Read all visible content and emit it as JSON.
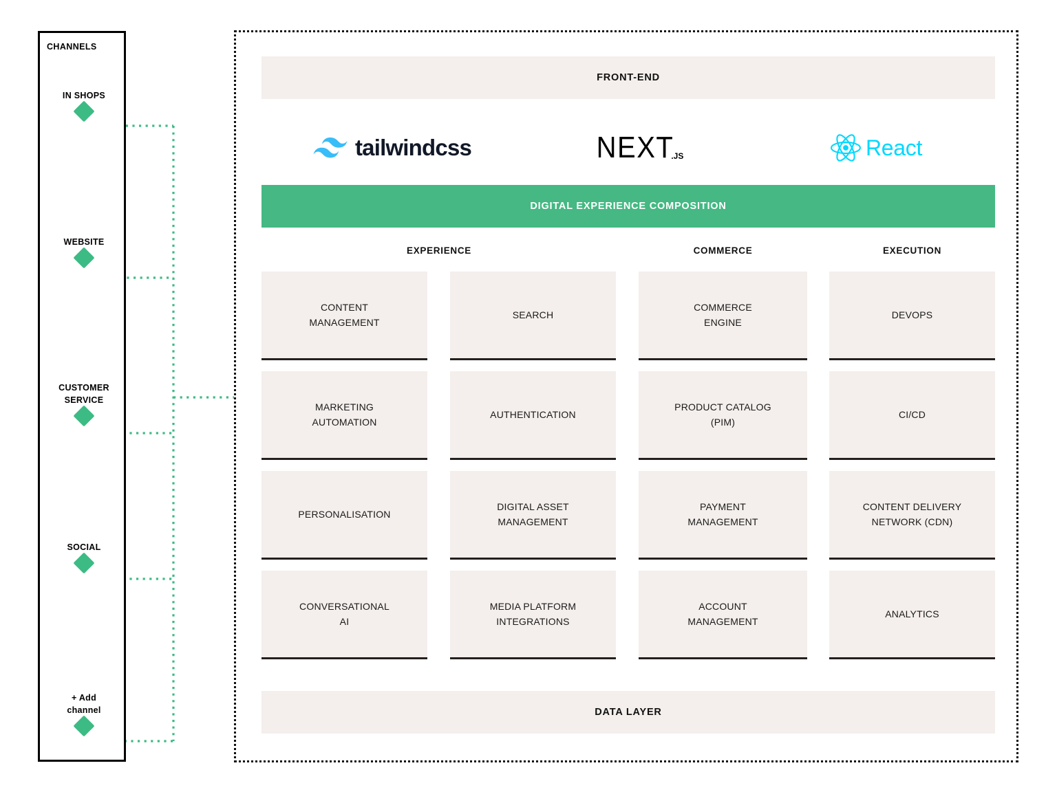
{
  "colors": {
    "green_accent": "#45B883",
    "diamond_green": "#3DBB84",
    "card_beige": "#F4EFEC",
    "card_underline": "#231F1E",
    "tailwind_cyan": "#38BDF8",
    "react_cyan": "#00D8FF",
    "panel_border": "#111111",
    "text_dark": "#1A1A1A"
  },
  "channels": {
    "title": "CHANNELS",
    "items": [
      {
        "label": "IN SHOPS",
        "icon": "diamond-node-icon"
      },
      {
        "label": "WEBSITE",
        "icon": "diamond-node-icon"
      },
      {
        "label": "CUSTOMER\nSERVICE",
        "icon": "diamond-node-icon"
      },
      {
        "label": "SOCIAL",
        "icon": "diamond-node-icon"
      },
      {
        "label": "+ Add\nchannel",
        "icon": "diamond-node-icon"
      }
    ]
  },
  "platform": {
    "frontend_bar": "FRONT-END",
    "data_layer_bar": "DATA LAYER",
    "composition_banner": "DIGITAL EXPERIENCE COMPOSITION",
    "logos": [
      {
        "name": "tailwindcss-logo",
        "text": "tailwindcss",
        "sub": ""
      },
      {
        "name": "nextjs-logo",
        "text": "NEXT",
        "sub": ".JS"
      },
      {
        "name": "react-logo",
        "text": "React",
        "sub": ""
      }
    ],
    "column_headers": [
      {
        "key": "experience",
        "label": "EXPERIENCE"
      },
      {
        "key": "commerce",
        "label": "COMMERCE"
      },
      {
        "key": "execution",
        "label": "EXECUTION"
      }
    ],
    "capability_rows": [
      [
        "CONTENT\nMANAGEMENT",
        "SEARCH",
        "COMMERCE\nENGINE",
        "DEVOPS"
      ],
      [
        "MARKETING\nAUTOMATION",
        "AUTHENTICATION",
        "PRODUCT CATALOG\n(PIM)",
        "CI/CD"
      ],
      [
        "PERSONALISATION",
        "DIGITAL ASSET\nMANAGEMENT",
        "PAYMENT\nMANAGEMENT",
        "CONTENT DELIVERY\nNETWORK (CDN)"
      ],
      [
        "CONVERSATIONAL\nAI",
        "MEDIA PLATFORM\nINTEGRATIONS",
        "ACCOUNT\nMANAGEMENT",
        "ANALYTICS"
      ]
    ]
  }
}
